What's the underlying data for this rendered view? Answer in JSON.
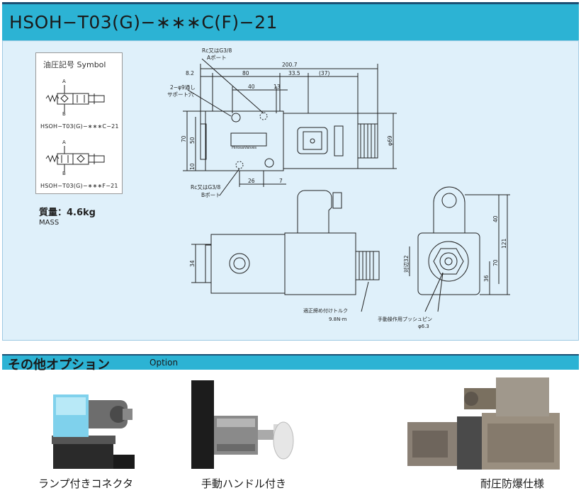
{
  "header": {
    "title": "HSOH−T03(G)−∗∗∗C(F)−21"
  },
  "symbol": {
    "title": "油圧記号  Symbol",
    "port_a": "A",
    "port_b": "B",
    "caption_c": "HSOH−T03(G)−∗∗∗C−21",
    "caption_f": "HSOH−T03(G)−∗∗∗F−21"
  },
  "mass": {
    "label": "質量：4.6kg",
    "en": "MASS"
  },
  "drawing": {
    "port_a_line1": "Rc又はG3/8",
    "port_a_line2": "Aポート",
    "port_b_line1": "Rc又はG3/8",
    "port_b_line2": "Bポート",
    "hole_line1": "2−φ9通し",
    "hole_line2": "サポート穴",
    "brand": "HirosaValves",
    "dims": {
      "overall": "200.7",
      "d82": "8.2",
      "d80": "80",
      "d335": "33.5",
      "d37": "(37)",
      "d40": "40",
      "d13": "13",
      "d70": "70",
      "d50": "50",
      "d10": "10",
      "d26": "26",
      "d7": "7",
      "phi69": "φ69",
      "d34": "34",
      "d40r": "40",
      "d121": "121",
      "d70r": "70",
      "d36": "36",
      "across": "対辺32"
    },
    "torque_line1": "適正締め付けトルク",
    "torque_line2": "9.8N·m",
    "pushpin_line1": "手動操作用プッシュピン",
    "pushpin_line2": "φ6.3"
  },
  "options": {
    "title": "その他オプション",
    "title_en": "Option",
    "items": [
      {
        "label": "ランプ付きコネクタ"
      },
      {
        "label": "手動ハンドル付き"
      },
      {
        "label": "耐圧防爆仕様"
      }
    ]
  },
  "colors": {
    "accent": "#2cb3d4",
    "panel": "#dff0fa",
    "dark": "#1b4f73"
  }
}
